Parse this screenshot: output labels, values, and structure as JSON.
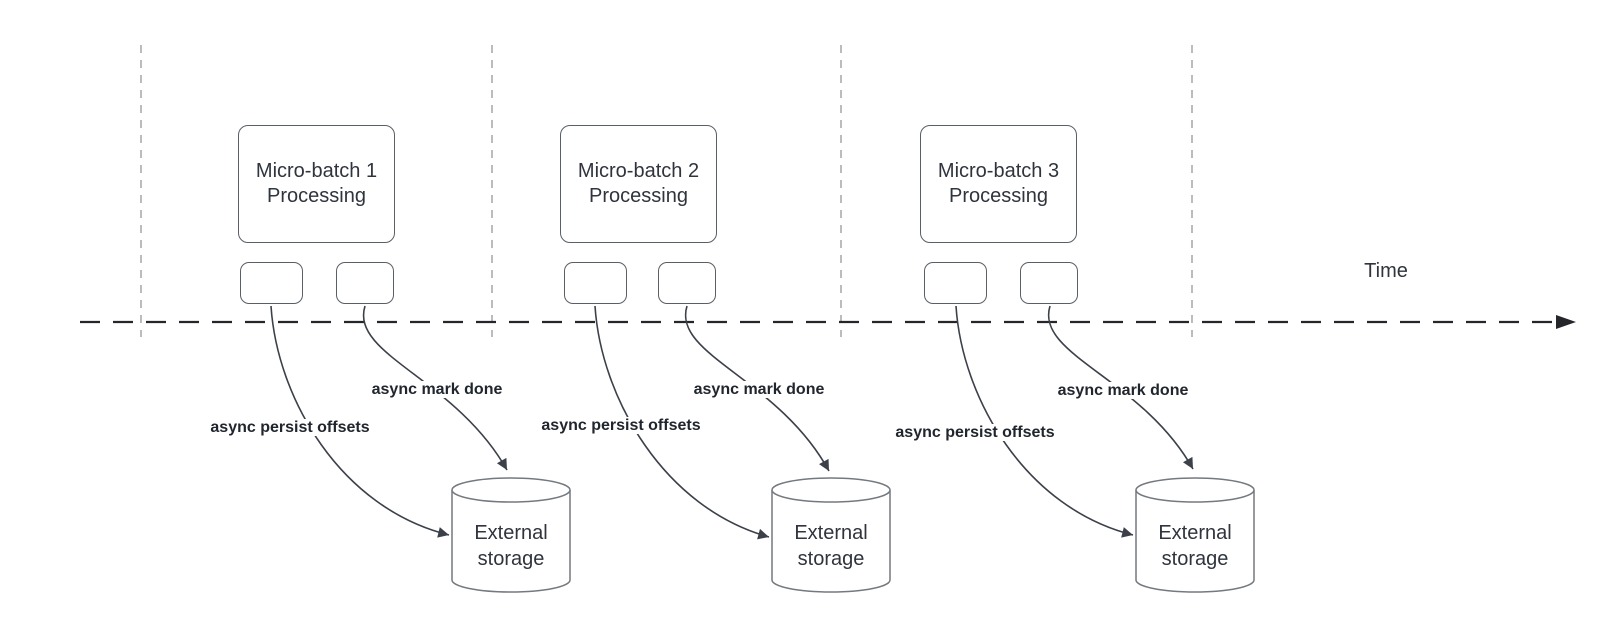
{
  "diagram": {
    "time_axis_label": "Time",
    "batches": [
      {
        "title_line1": "Micro-batch 1",
        "title_line2": "Processing",
        "persist_label": "async persist offsets",
        "mark_done_label": "async mark done",
        "storage_line1": "External",
        "storage_line2": "storage"
      },
      {
        "title_line1": "Micro-batch 2",
        "title_line2": "Processing",
        "persist_label": "async persist offsets",
        "mark_done_label": "async mark done",
        "storage_line1": "External",
        "storage_line2": "storage"
      },
      {
        "title_line1": "Micro-batch 3",
        "title_line2": "Processing",
        "persist_label": "async persist offsets",
        "mark_done_label": "async mark done",
        "storage_line1": "External",
        "storage_line2": "storage"
      }
    ],
    "colors": {
      "text": "#2f343d",
      "label_text": "#21262e",
      "box_border": "#5a5f66",
      "cylinder_border": "#74797f",
      "arrow": "#3c4149",
      "timeline": "#24262a",
      "guide_line": "#a9abad",
      "background": "#ffffff"
    }
  }
}
